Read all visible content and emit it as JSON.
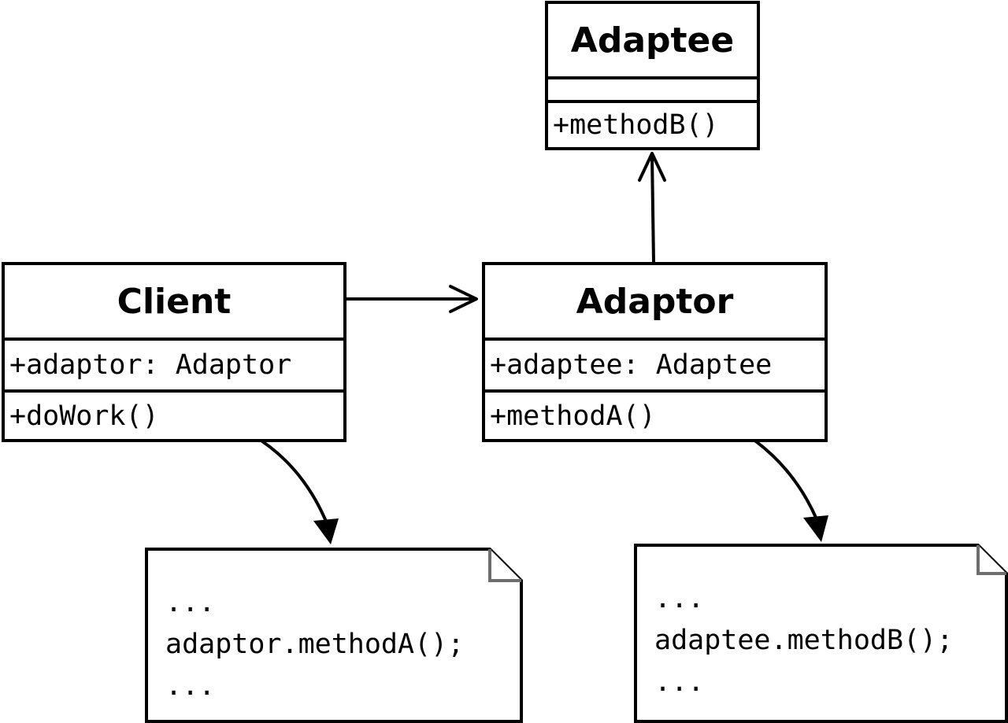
{
  "classes": {
    "client": {
      "name": "Client",
      "attribute": "+adaptor: Adaptor",
      "operation": "+doWork()"
    },
    "adaptor": {
      "name": "Adaptor",
      "attribute": "+adaptee: Adaptee",
      "operation": "+methodA()"
    },
    "adaptee": {
      "name": "Adaptee",
      "attribute": "",
      "operation": "+methodB()"
    }
  },
  "notes": {
    "client": {
      "lines": [
        "...",
        "adaptor.methodA();",
        "..."
      ]
    },
    "adaptor": {
      "lines": [
        "...",
        "adaptee.methodB();",
        "..."
      ]
    }
  },
  "relations": [
    {
      "from": "Client",
      "to": "Adaptor",
      "type": "association"
    },
    {
      "from": "Adaptor",
      "to": "Adaptee",
      "type": "association"
    }
  ],
  "colors": {
    "line": "#000000",
    "note_fold": "#6e6e6e",
    "background": "#ffffff"
  }
}
